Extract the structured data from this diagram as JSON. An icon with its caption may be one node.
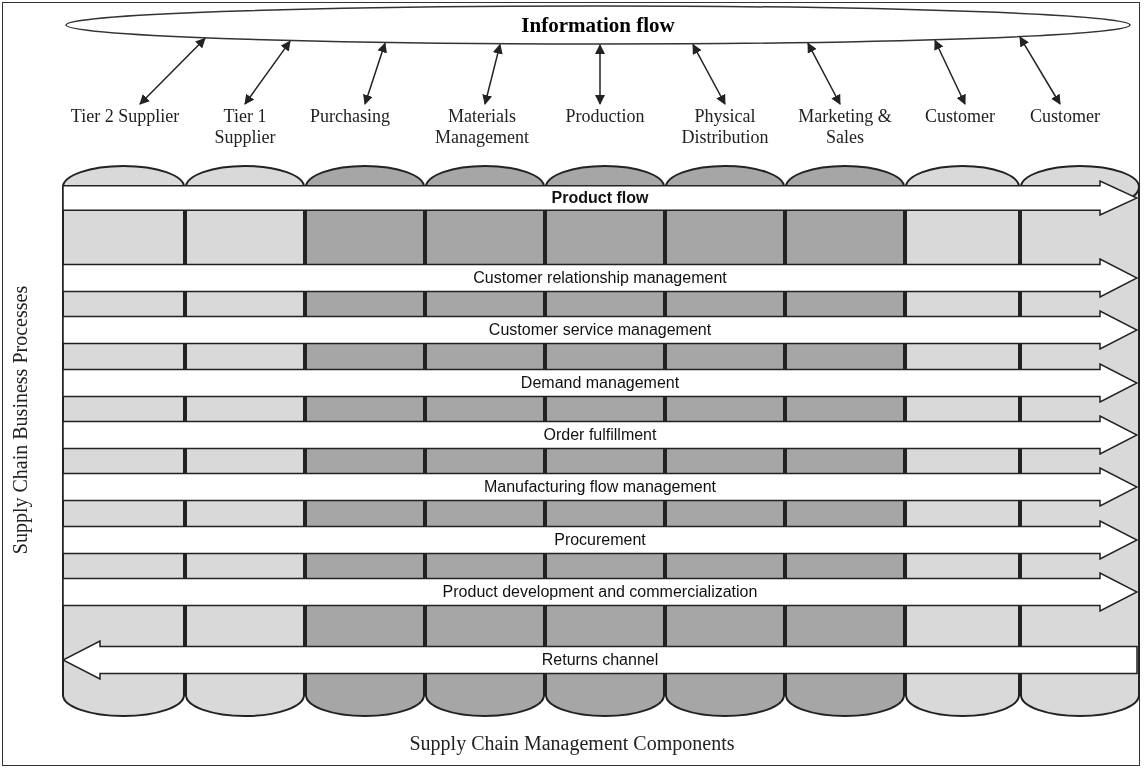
{
  "diagram": {
    "nodes": [
      {
        "text": [
          "Information flow"
        ]
      },
      {
        "text": [
          "Tier 2 Supplier"
        ]
      },
      {
        "text": [
          "Tier 1 Supplier"
        ]
      },
      {
        "text": [
          "Purchasing"
        ]
      },
      {
        "text": [
          "Materials Management"
        ]
      },
      {
        "text": [
          "Production"
        ]
      },
      {
        "text": [
          "Physical Distribution"
        ]
      },
      {
        "text": [
          "Marketing & Sales"
        ]
      },
      {
        "text": [
          "Customer"
        ]
      },
      {
        "text": [
          "Customer"
        ]
      },
      {
        "text": [],
        "shape": "cylinder"
      },
      {
        "text": [],
        "shape": "cylinder"
      },
      {
        "text": [],
        "shape": "cylinder"
      },
      {
        "text": [],
        "shape": "cylinder"
      },
      {
        "text": [],
        "shape": "cylinder"
      },
      {
        "text": [],
        "shape": "cylinder"
      },
      {
        "text": [],
        "shape": "cylinder"
      },
      {
        "text": [],
        "shape": "cylinder"
      },
      {
        "text": [],
        "shape": "cylinder"
      },
      {
        "text": [
          "Product flow"
        ]
      },
      {
        "text": [
          "Customer relationship management"
        ]
      },
      {
        "text": [
          "Customer service management"
        ]
      },
      {
        "text": [
          "Demand management"
        ]
      },
      {
        "text": [
          "Order fulfillment"
        ]
      },
      {
        "text": [
          "Manufacturing flow management"
        ]
      },
      {
        "text": [
          "Procurement"
        ]
      },
      {
        "text": [
          "Product development and commercialization"
        ]
      },
      {
        "text": [
          "Returns channel"
        ]
      }
    ],
    "edges": [
      {
        "from": 0,
        "to": 1,
        "arrow": "both"
      },
      {
        "from": 0,
        "to": 2,
        "arrow": "both"
      },
      {
        "from": 0,
        "to": 3,
        "arrow": "both"
      },
      {
        "from": 0,
        "to": 4,
        "arrow": "both"
      },
      {
        "from": 0,
        "to": 5,
        "arrow": "both"
      },
      {
        "from": 0,
        "to": 6,
        "arrow": "both"
      },
      {
        "from": 0,
        "to": 7,
        "arrow": "both"
      },
      {
        "from": 0,
        "to": 8,
        "arrow": "both"
      },
      {
        "from": 0,
        "to": 9,
        "arrow": "both"
      }
    ],
    "labels": [
      "Supply Chain Business Processes",
      "Supply Chain Management Components"
    ]
  }
}
